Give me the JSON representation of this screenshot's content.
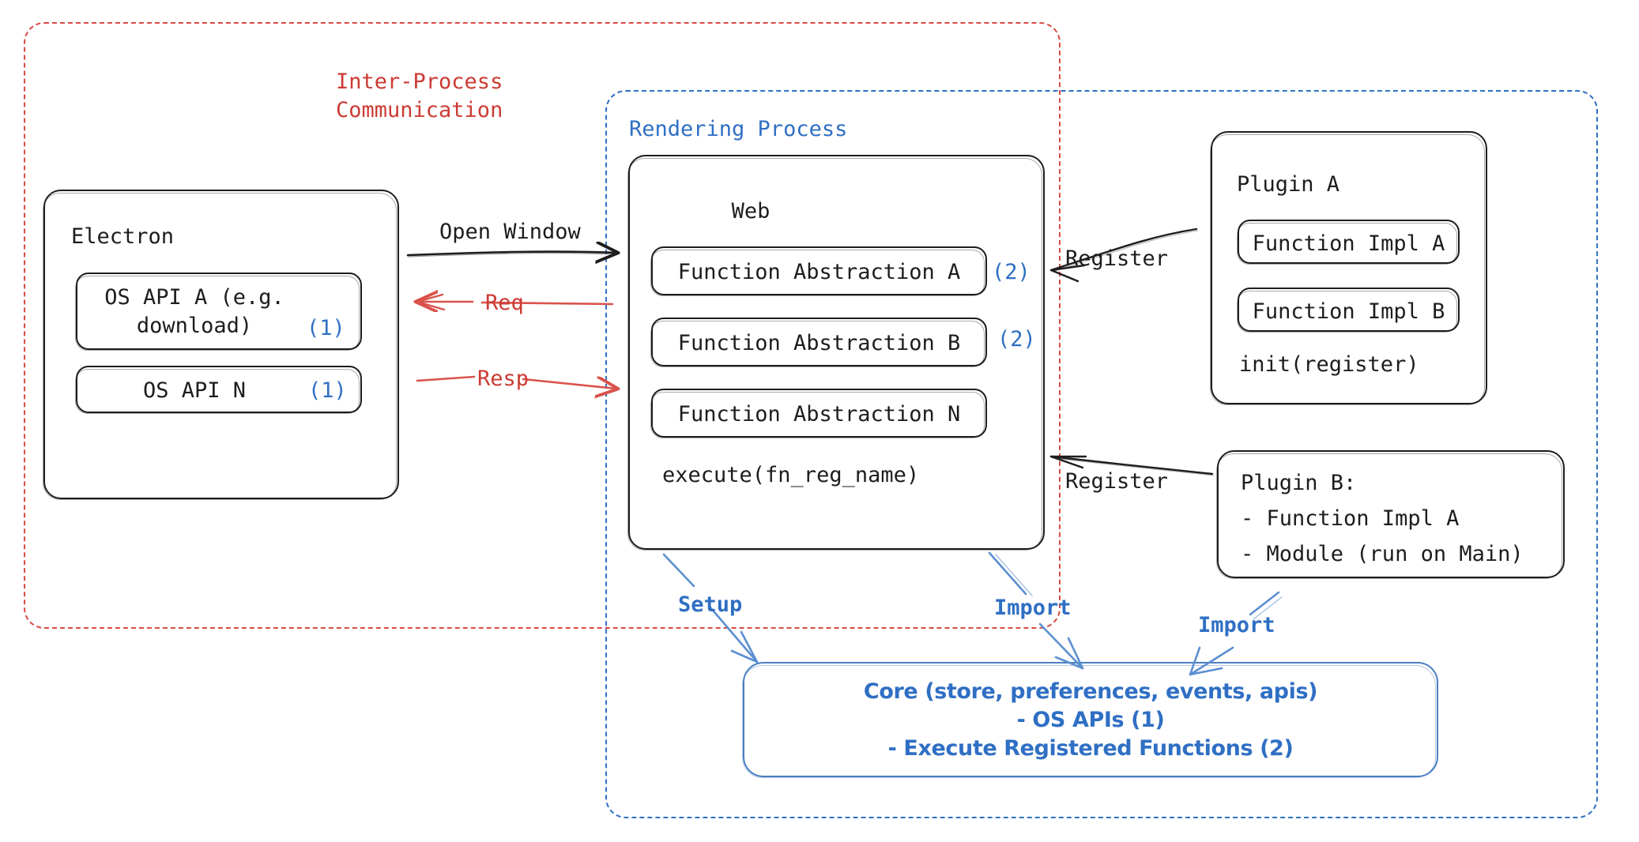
{
  "diagram": {
    "title": "Electron Plugin Architecture",
    "colors": {
      "ipc_red": "#cc3b33",
      "render_blue": "#2f6fc4",
      "core_blue": "#4a7fc1",
      "ink": "#1d1d1d",
      "background": "#ffffff"
    }
  },
  "regions": {
    "ipc": {
      "label": "Inter-Process\nCommunication",
      "color": "#cc3b33",
      "style": "dashed"
    },
    "rendering": {
      "label": "Rendering Process",
      "color": "#2f6fc4",
      "style": "dashed"
    }
  },
  "electron": {
    "title": "Electron",
    "apis": [
      {
        "name": "OS API A (e.g.\ndownload)",
        "marker": "(1)"
      },
      {
        "name": "OS API N",
        "marker": "(1)"
      }
    ]
  },
  "web": {
    "title": "Web",
    "abstractions": [
      {
        "name": "Function Abstraction A",
        "marker": "(2)"
      },
      {
        "name": "Function Abstraction B",
        "marker": "(2)"
      },
      {
        "name": "Function Abstraction N",
        "marker": ""
      }
    ],
    "footer": "execute(fn_reg_name)"
  },
  "plugin_a": {
    "title": "Plugin A",
    "functions": [
      "Function Impl A",
      "Function Impl B"
    ],
    "footer": "init(register)"
  },
  "plugin_b": {
    "lines": [
      "Plugin B:",
      "- Function Impl A",
      "- Module (run on Main)"
    ]
  },
  "core": {
    "lines": [
      "Core (store, preferences, events, apis)",
      "- OS APIs (1)",
      "- Execute Registered Functions (2)"
    ]
  },
  "arrows": {
    "open_window": {
      "label": "Open Window",
      "color": "#1d1d1d"
    },
    "req": {
      "label": "Req",
      "color": "#cc3b33"
    },
    "resp": {
      "label": "Resp",
      "color": "#cc3b33"
    },
    "register_a": {
      "label": "Register",
      "color": "#1d1d1d"
    },
    "register_b": {
      "label": "Register",
      "color": "#1d1d1d"
    },
    "setup": {
      "label": "Setup",
      "color": "#2f6fc4"
    },
    "import_web": {
      "label": "Import",
      "color": "#2f6fc4"
    },
    "import_plugin_b": {
      "label": "Import",
      "color": "#2f6fc4"
    }
  }
}
